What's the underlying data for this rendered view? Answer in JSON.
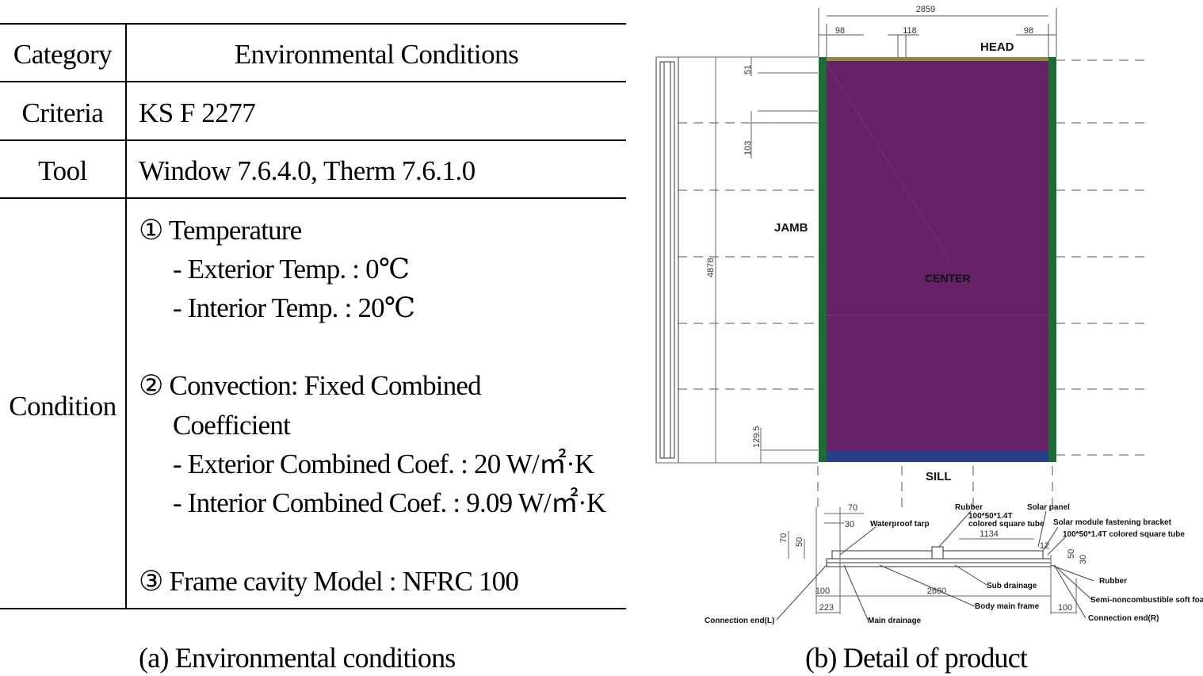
{
  "table": {
    "header": {
      "category": "Category",
      "title": "Environmental Conditions"
    },
    "rows": {
      "criteria": {
        "label": "Criteria",
        "value": "KS F 2277"
      },
      "tool": {
        "label": "Tool",
        "value": "Window 7.6.4.0, Therm 7.6.1.0"
      },
      "condition": {
        "label": "Condition",
        "lines": [
          "① Temperature",
          "- Exterior Temp. : 0℃",
          "- Interior Temp. : 20℃",
          "② Convection: Fixed Combined",
          "Coefficient",
          "- Exterior Combined Coef. : 20 W/㎡·K",
          "- Interior Combined Coef. : 9.09 W/㎡·K",
          "③ Frame cavity Model : NFRC 100"
        ]
      }
    }
  },
  "captions": {
    "left": "(a) Environmental conditions",
    "right": "(b) Detail of product"
  },
  "drawing": {
    "regions": {
      "head": "HEAD",
      "jamb": "JAMB",
      "center": "CENTER",
      "sill": "SILL"
    },
    "colors": {
      "center": "#662266",
      "jamb": "#1e6a35",
      "head": "#8a8a45",
      "sill": "#2a3f8a"
    },
    "dimensions": {
      "total_width": "2859",
      "left_edge": "98",
      "right_edge": "98",
      "gap": "118",
      "top_offset": "51",
      "second_offset": "103",
      "height": "4878",
      "bottom_offset": "129.5",
      "sec_70a": "70",
      "sec_30a": "30",
      "sec_70b": "70",
      "sec_50a": "50",
      "sec_1134": "1134",
      "sec_12": "12",
      "sec_50b": "50",
      "sec_30b": "30",
      "sec_100a": "100",
      "sec_2660": "2660",
      "sec_223": "223",
      "sec_100b": "100"
    },
    "section_labels": {
      "rubber_top": "Rubber",
      "solar_panel": "Solar panel",
      "tube_top_1": "100*50*1.4T",
      "tube_top_2": "colored square tube",
      "bracket": "Solar module fastening bracket",
      "waterproof": "Waterproof tarp",
      "tube_right": "100*50*1.4T colored square tube",
      "rubber_bottom": "Rubber",
      "sub_drainage": "Sub drainage",
      "foam": "Semi-noncombustible soft foam",
      "body_frame": "Body main frame",
      "conn_left": "Connection end(L)",
      "main_drainage": "Main drainage",
      "conn_right": "Connection end(R)"
    }
  }
}
